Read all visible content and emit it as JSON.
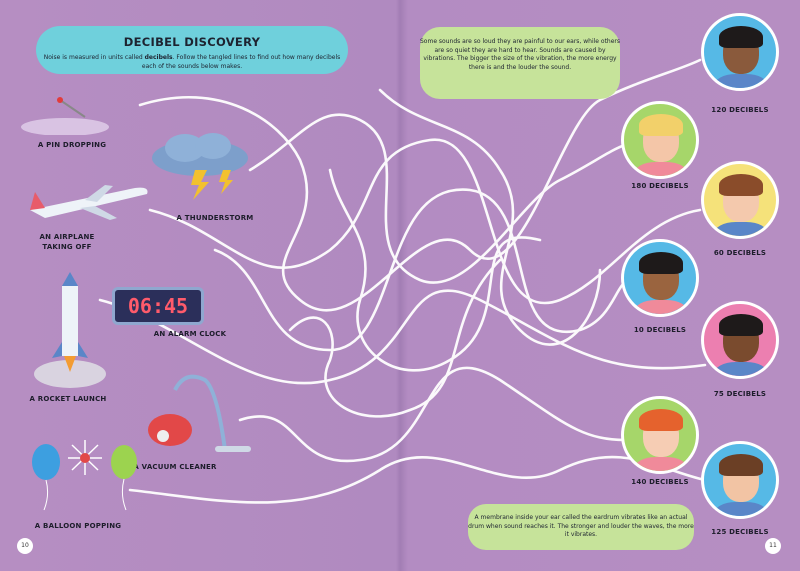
{
  "intro": {
    "title": "DECIBEL DISCOVERY",
    "text_before": "Noise is measured in units called ",
    "text_bold": "decibels",
    "text_after": ". Follow the tangled lines to find out how many decibels each of the sounds below makes."
  },
  "fact_top": "Some sounds are so loud they are painful to our ears, while others are so quiet they are hard to hear. Sounds are caused by vibrations. The bigger the size of the vibration, the more energy there is and the louder the sound.",
  "fact_bottom": "A membrane inside your ear called the eardrum vibrates like an actual drum when sound reaches it. The stronger and louder the waves, the more it vibrates.",
  "sounds": [
    {
      "label": "A PIN DROPPING"
    },
    {
      "label": "A THUNDERSTORM"
    },
    {
      "label": "AN AIRPLANE",
      "label2": "TAKING OFF"
    },
    {
      "label": "AN ALARM CLOCK",
      "clock": "06:45"
    },
    {
      "label": "A ROCKET LAUNCH"
    },
    {
      "label": "A VACUUM CLEANER"
    },
    {
      "label": "A BALLOON POPPING"
    }
  ],
  "decibels": [
    {
      "label": "120 DECIBELS",
      "bg": "#56b9e6",
      "skin": "#8a5a3c",
      "hair": "#1e1a1a"
    },
    {
      "label": "180 DECIBELS",
      "bg": "#a6d66a",
      "skin": "#f4c6a8",
      "hair": "#f2d06a"
    },
    {
      "label": "60 DECIBELS",
      "bg": "#f5e27a",
      "skin": "#f4c9ad",
      "hair": "#8a4c2a"
    },
    {
      "label": "10 DECIBELS",
      "bg": "#56b9e6",
      "skin": "#9a643f",
      "hair": "#1e1a1a"
    },
    {
      "label": "75 DECIBELS",
      "bg": "#ec7fb0",
      "skin": "#7a4b2e",
      "hair": "#1e1a1a"
    },
    {
      "label": "140 DECIBELS",
      "bg": "#a6d66a",
      "skin": "#f6cdb4",
      "hair": "#e5622d"
    },
    {
      "label": "125 DECIBELS",
      "bg": "#56b9e6",
      "skin": "#f2c4a4",
      "hair": "#6b3f25"
    }
  ],
  "page_numbers": [
    "10",
    "11"
  ]
}
